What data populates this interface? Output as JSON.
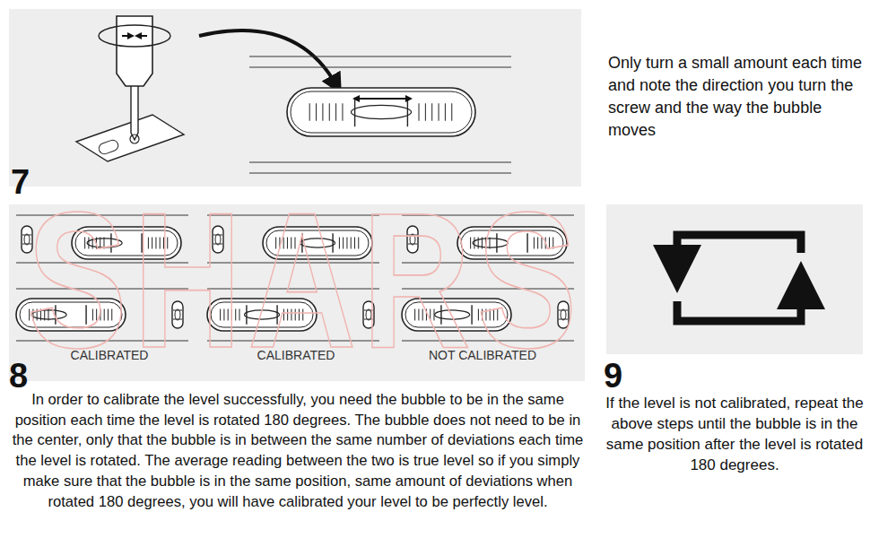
{
  "diagram": {
    "nodes": [
      {
        "text": [
          "7"
        ]
      },
      {
        "text": [
          "CALIBRATED",
          "CALIBRATED",
          "NOT CALIBRATED",
          "8"
        ]
      },
      {
        "text": [
          "9"
        ]
      }
    ],
    "labels": [
      "Only turn a small amount each time and note the direction you turn the screw and the way the bubble moves",
      "In order to calibrate the level successfully, you need the bubble to be in the same position each time the level is rotated 180 degrees. The bubble does not need to be in the center, only that the bubble is in between the same number of deviations each time the level is rotated. The average reading between the two is true level so if you simply make sure that the bubble is in the same position, same amount of deviations when rotated 180 degrees, you will have calibrated your level to be perfectly level.",
      "If the level is not calibrated, repeat the above steps until the bubble is in the same position after the level is rotated 180 degrees.",
      "SHARS"
    ]
  }
}
